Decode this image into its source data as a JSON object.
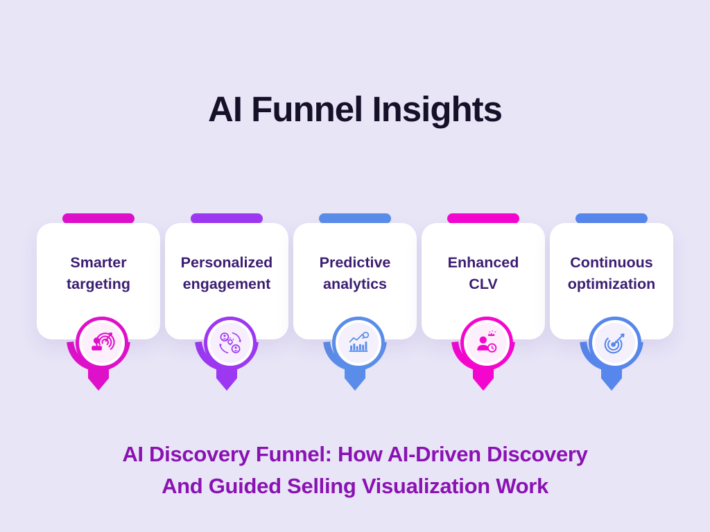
{
  "title": "AI Funnel Insights",
  "subtitle_line1": "AI Discovery Funnel: How AI-Driven Discovery",
  "subtitle_line2": "And Guided Selling Visualization Work",
  "colors": {
    "background": "#e8e5f7",
    "title": "#161028",
    "card_text": "#3b1d72",
    "subtitle": "#8a12b2"
  },
  "cards": [
    {
      "label_line1": "Smarter",
      "label_line2": "targeting",
      "accent": "#df10ca",
      "tint": "#fdeffb",
      "icon": "user-target-icon"
    },
    {
      "label_line1": "Personalized",
      "label_line2": "engagement",
      "accent": "#9d38f2",
      "tint": "#f8effe",
      "icon": "engagement-sync-icon"
    },
    {
      "label_line1": "Predictive",
      "label_line2": "analytics",
      "accent": "#5a8de9",
      "tint": "#f4f1fc",
      "icon": "chart-search-icon"
    },
    {
      "label_line1": "Enhanced",
      "label_line2": "CLV",
      "accent": "#f406cf",
      "tint": "#fdeffb",
      "icon": "customer-clock-icon"
    },
    {
      "label_line1": "Continuous",
      "label_line2": "optimization",
      "accent": "#5787ec",
      "tint": "#f4f1fc",
      "icon": "target-dart-icon"
    }
  ]
}
